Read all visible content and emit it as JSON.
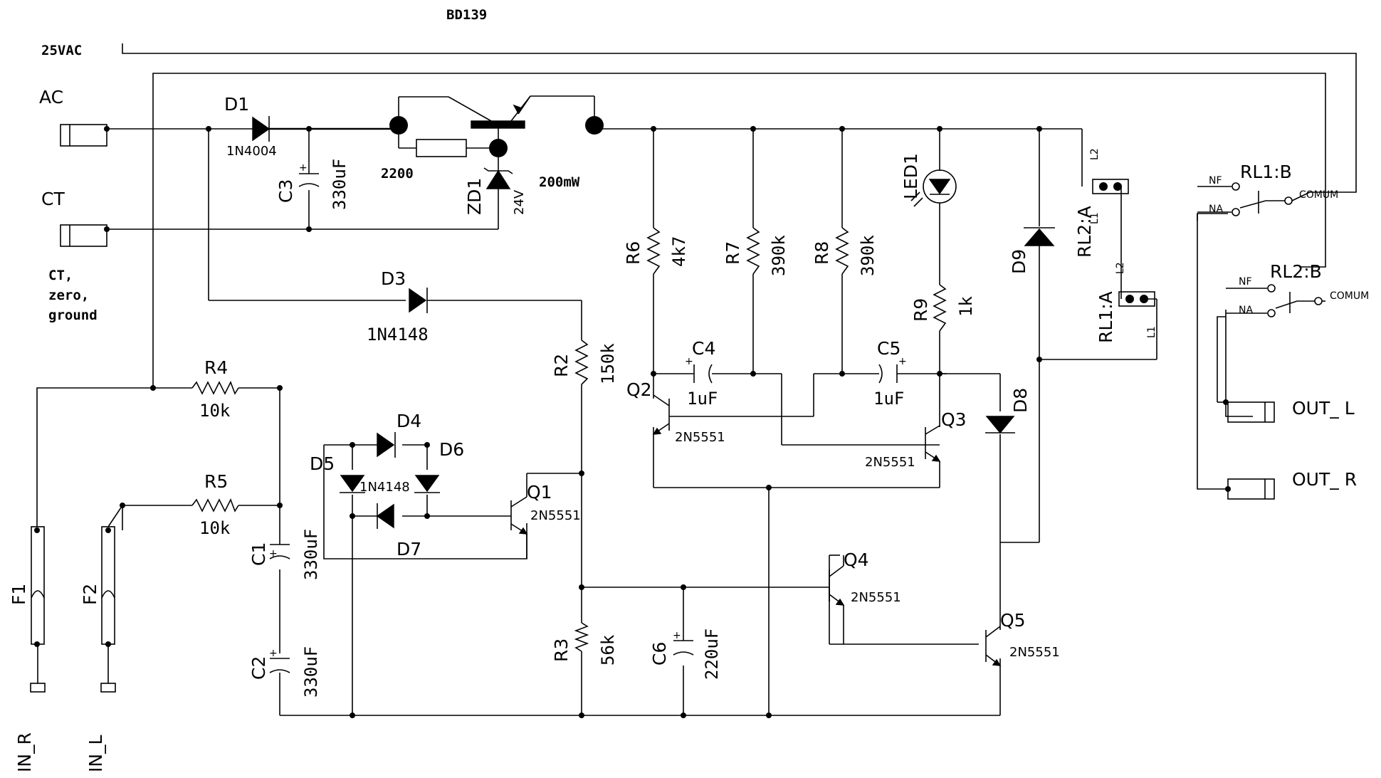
{
  "notes": {
    "bd139": "BD139",
    "supply": "25VAC",
    "r_base": "2200",
    "zener_power": "200mW",
    "ct_line1": "CT,",
    "ct_line2": "zero,",
    "ct_line3": "ground"
  },
  "terminals": {
    "ac": "AC",
    "ct": "CT",
    "in_r": "IN_R",
    "in_l": "IN_L",
    "out_l": "OUT_ L",
    "out_r": "OUT_ R"
  },
  "parts": {
    "d1": {
      "ref": "D1",
      "value": "1N4004"
    },
    "c3": {
      "ref": "C3",
      "value": "330uF"
    },
    "zd1": {
      "ref": "ZD1",
      "value": "24V"
    },
    "d3": {
      "ref": "D3",
      "value": "1N4148"
    },
    "r4": {
      "ref": "R4",
      "value": "10k"
    },
    "r5": {
      "ref": "R5",
      "value": "10k"
    },
    "c1": {
      "ref": "C1",
      "value": "330uF"
    },
    "c2": {
      "ref": "C2",
      "value": "330uF"
    },
    "d4": {
      "ref": "D4"
    },
    "d5": {
      "ref": "D5"
    },
    "d6": {
      "ref": "D6"
    },
    "d7": {
      "ref": "D7"
    },
    "bridge_value": "1N4148",
    "q1": {
      "ref": "Q1",
      "value": "2N5551"
    },
    "r2": {
      "ref": "R2",
      "value": "150k"
    },
    "r3": {
      "ref": "R3",
      "value": "56k"
    },
    "c6": {
      "ref": "C6",
      "value": "220uF"
    },
    "r6": {
      "ref": "R6",
      "value": "4k7"
    },
    "r7": {
      "ref": "R7",
      "value": "390k"
    },
    "r8": {
      "ref": "R8",
      "value": "390k"
    },
    "c4": {
      "ref": "C4",
      "value": "1uF"
    },
    "c5": {
      "ref": "C5",
      "value": "1uF"
    },
    "q2": {
      "ref": "Q2",
      "value": "2N5551"
    },
    "q3": {
      "ref": "Q3",
      "value": "2N5551"
    },
    "led1": {
      "ref": "LED1"
    },
    "r9": {
      "ref": "R9",
      "value": "1k"
    },
    "d8": {
      "ref": "D8"
    },
    "d9": {
      "ref": "D9"
    },
    "q4": {
      "ref": "Q4",
      "value": "2N5551"
    },
    "q5": {
      "ref": "Q5",
      "value": "2N5551"
    },
    "f1": {
      "ref": "F1"
    },
    "f2": {
      "ref": "F2"
    },
    "rl1a": {
      "ref": "RL1:A"
    },
    "rl2a": {
      "ref": "RL2:A"
    },
    "rl1b": {
      "ref": "RL1:B"
    },
    "rl2b": {
      "ref": "RL2:B"
    },
    "coil_l1": "L1",
    "coil_l2": "L2",
    "contact_nf": "NF",
    "contact_na": "NA",
    "contact_com": "COMUM"
  }
}
